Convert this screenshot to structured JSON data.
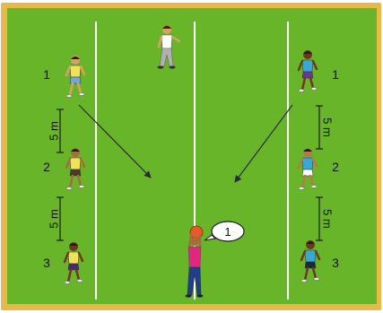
{
  "colors": {
    "field": "#69b52a",
    "border": "#e7b948",
    "line": "#ffffff",
    "marker": "#1a1a1a"
  },
  "players_left": {
    "p1": {
      "number": "1",
      "shirt": "#f1e05a",
      "shorts": "#6fa8d8",
      "skin": "#d9a067"
    },
    "p2": {
      "number": "2",
      "shirt": "#f1e05a",
      "shorts": "#4a3a2a",
      "skin": "#a86c3a"
    },
    "p3": {
      "number": "3",
      "shirt": "#f1e05a",
      "shorts": "#4a2a6a",
      "skin": "#6a3a1e"
    }
  },
  "players_right": {
    "p1": {
      "number": "1",
      "shirt": "#3aa7d4",
      "shorts": "#6a3a8a",
      "skin": "#6a3a1e"
    },
    "p2": {
      "number": "2",
      "shirt": "#3aa7d4",
      "shorts": "#ffffff",
      "skin": "#b8784a"
    },
    "p3": {
      "number": "3",
      "shirt": "#3aa7d4",
      "shorts": "#1a2a3a",
      "skin": "#6a3a1e"
    }
  },
  "distance_labels": {
    "left_top": "5 m",
    "left_bottom": "5 m",
    "right_top": "5 m",
    "right_bottom": "5 m"
  },
  "coach": {
    "callout": "1",
    "shirt": "#e0267e",
    "trousers": "#1f3f8a",
    "ball": "#e85a2a"
  },
  "referee": {
    "shirt": "#ffffff",
    "trousers": "#b0b0b0"
  }
}
